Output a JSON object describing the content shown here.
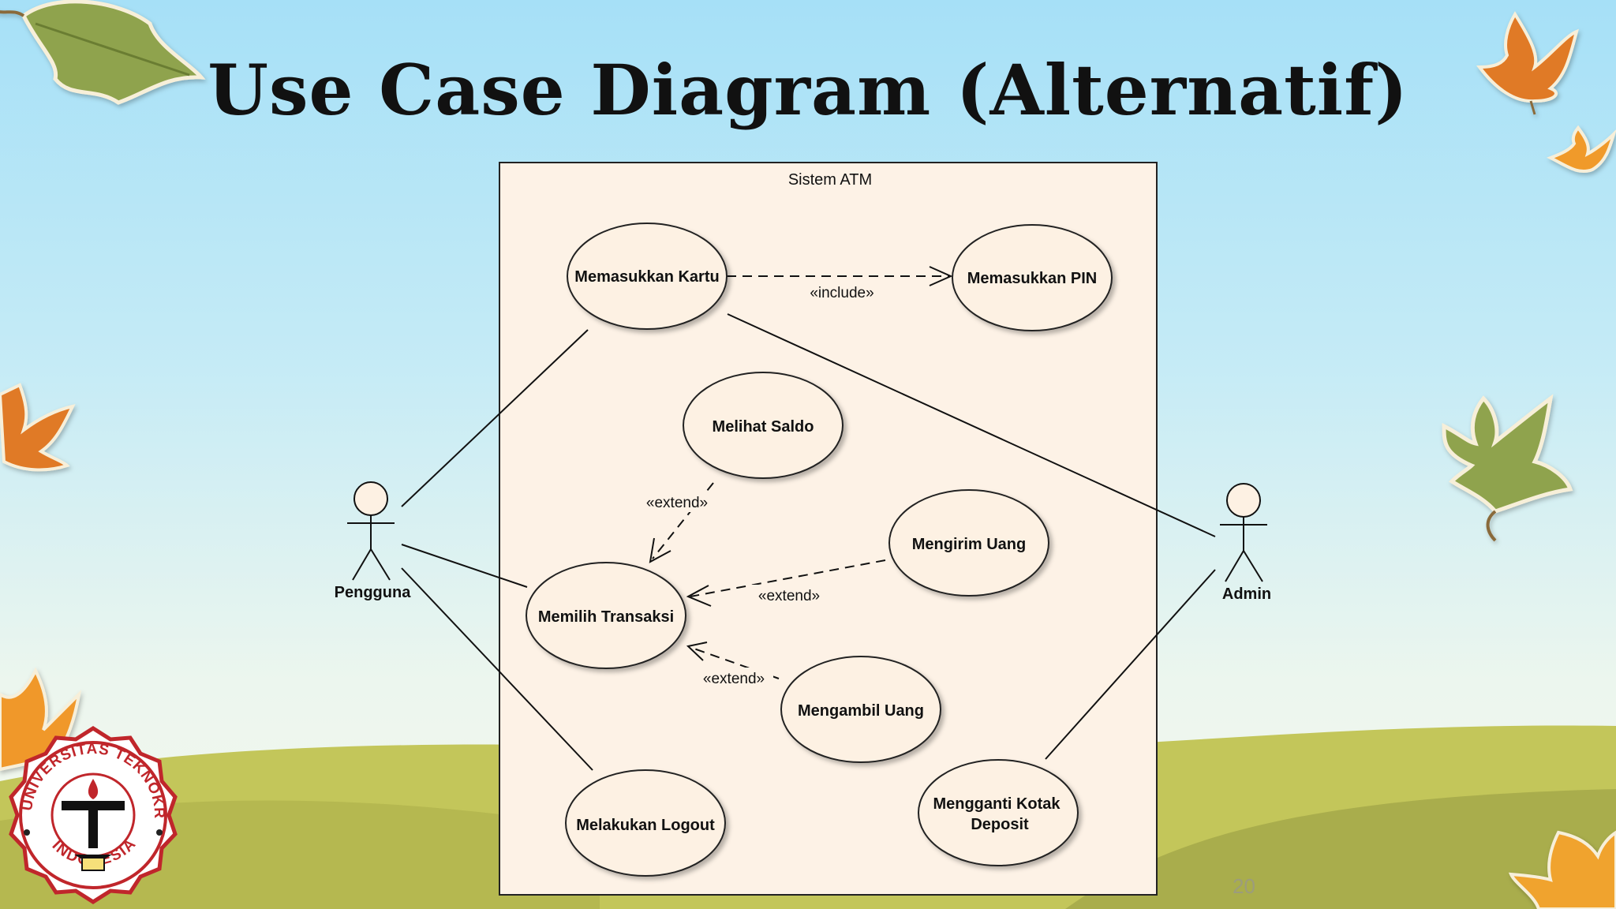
{
  "slide": {
    "title": "Use Case Diagram (Alternatif)",
    "slide_number": "20"
  },
  "diagram": {
    "system_boundary": "Sistem ATM",
    "actors": {
      "user": "Pengguna",
      "admin": "Admin"
    },
    "use_cases": {
      "masukkan_kartu": "Memasukkan Kartu",
      "masukkan_pin": "Memasukkan PIN",
      "melihat_saldo": "Melihat Saldo",
      "mengirim_uang": "Mengirim Uang",
      "memilih_transaksi": "Memilih Transaksi",
      "mengambil_uang": "Mengambil Uang",
      "melakukan_logout": "Melakukan Logout",
      "ganti_kotak_line1": "Mengganti Kotak",
      "ganti_kotak_line2": "Deposit"
    },
    "relations": {
      "include": "«include»",
      "extend_saldo": "«extend»",
      "extend_kirim": "«extend»",
      "extend_ambil": "«extend»"
    }
  },
  "logo": {
    "text": "UNIVERSITAS TEKNOKRAT INDONESIA"
  },
  "colors": {
    "boundary_fill": "#fdf2e6",
    "usecase_fill": "#fdf1e3",
    "hill_front": "#a9ad4c",
    "hill_back": "#c3c65a"
  }
}
